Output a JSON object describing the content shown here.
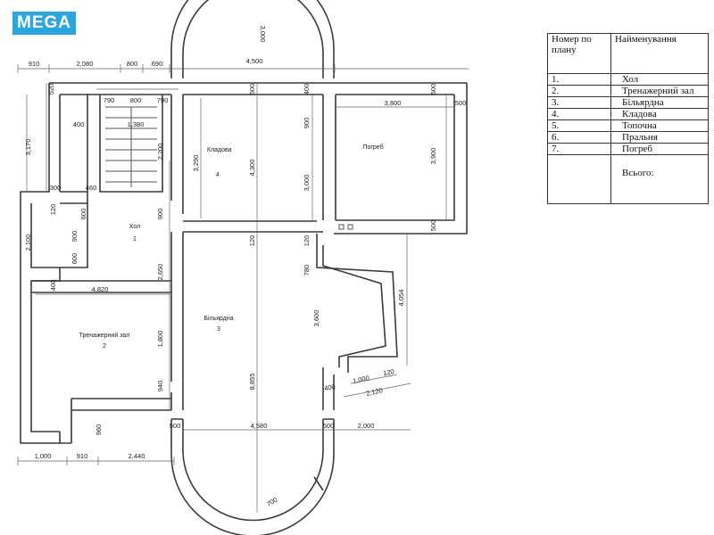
{
  "logo": {
    "text": "MEGA",
    "color": "#2aa7e0"
  },
  "legend": {
    "headers": [
      "Номер по плану",
      "Найменування"
    ],
    "rows": [
      {
        "num": "1.",
        "name": "Хол"
      },
      {
        "num": "2.",
        "name": "Тренажерний зал"
      },
      {
        "num": "3.",
        "name": "Більярдна"
      },
      {
        "num": "4.",
        "name": "Кладова"
      },
      {
        "num": "5.",
        "name": "Топочна"
      },
      {
        "num": "6.",
        "name": "Пральня"
      },
      {
        "num": "7.",
        "name": "Погреб"
      }
    ],
    "total_label": "Всього:"
  },
  "rooms": {
    "hall": {
      "name": "Хол",
      "num": "1"
    },
    "gym": {
      "name": "Тренажерний зал",
      "num": "2"
    },
    "billiard": {
      "name": "Більярдна",
      "num": "3"
    },
    "storage": {
      "name": "Кладова",
      "num": "4"
    },
    "cellar": {
      "name": "Погреб"
    }
  },
  "dims": {
    "top_910": "910",
    "top_2080": "2,080",
    "top_800": "800",
    "top_690": "690",
    "top_4500": "4,500",
    "top_3000": "3,000",
    "r2_790a": "790",
    "r2_800": "800",
    "r2_790b": "790",
    "r2_1380": "1,380",
    "left_520": "520",
    "left_3170": "3,170",
    "left_400": "400",
    "left_2100": "2,100",
    "left_300": "300",
    "left_460": "460",
    "left_120": "120",
    "left_600a": "600",
    "left_900": "900",
    "left_600b": "600",
    "left_400b": "400",
    "mid_4820": "4,820",
    "stair_2200": "2,200",
    "hall_900": "900",
    "hall_2650": "2,650",
    "hall_1800": "1,800",
    "hall_940": "940",
    "st_3290": "3,290",
    "st_4300": "4,300",
    "st_500": "500",
    "st_900": "900",
    "st_400": "400",
    "st_3000": "3,000",
    "st_120a": "120",
    "st_120b": "120",
    "cel_500a": "500",
    "cel_3800": "3,800",
    "cel_500b": "500",
    "cel_3900": "3,900",
    "cel_500c": "500",
    "bil_780": "780",
    "bil_3600": "3,600",
    "bil_4054": "4,054",
    "bil_8855": "8,855",
    "bil_1000": "1,000",
    "bil_120": "120",
    "bil_2120": "2,120",
    "bil_400": "400",
    "bot_500a": "500",
    "bot_4580": "4,580",
    "bot_500b": "500",
    "bot_2000": "2,000",
    "bot_960": "960",
    "bot_1000": "1,000",
    "bot_910": "910",
    "bot_2440": "2,440",
    "bot_700": "700"
  }
}
